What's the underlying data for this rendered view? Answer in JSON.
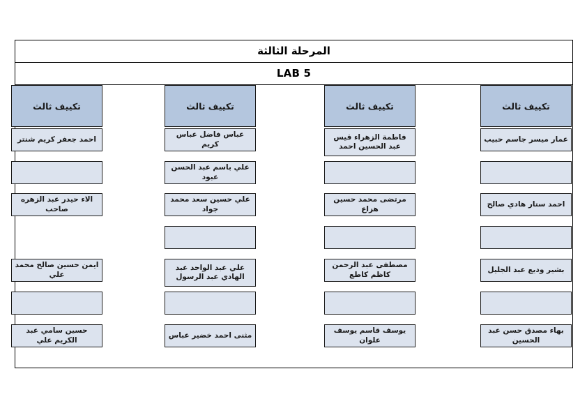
{
  "document": {
    "title_main": "المرحلة الثالثة",
    "title_lab": "LAB 5",
    "colors": {
      "header_fill": "#b4c6de",
      "cell_fill": "#dce3ee",
      "border": "#1a1a1a",
      "page_background": "#ffffff"
    }
  },
  "columns": [
    {
      "header": "تكييف ثالث",
      "cells": [
        {
          "name": "عمار ميسر جاسم حبيب",
          "lines": 1,
          "present": true
        },
        {
          "name": "",
          "lines": 1,
          "present": true
        },
        {
          "name": "احمد ستار هادي صالح",
          "lines": 1,
          "present": true
        },
        {
          "name": "",
          "lines": 1,
          "present": true
        },
        {
          "name": "بشير وديع عبد الجليل",
          "lines": 1,
          "present": true
        },
        {
          "name": "",
          "lines": 1,
          "present": true
        },
        {
          "name": "بهاء مصدق حسن عبد الحسين",
          "lines": 1,
          "present": true
        }
      ]
    },
    {
      "header": "تكييف ثالث",
      "cells": [
        {
          "name": "فاطمة الزهراء قيس عبد الحسين احمد",
          "lines": 2,
          "present": true
        },
        {
          "name": "",
          "lines": 1,
          "present": true
        },
        {
          "name": "مرتضى محمد حسين هزاع",
          "lines": 1,
          "present": true
        },
        {
          "name": "",
          "lines": 1,
          "present": true
        },
        {
          "name": "مصطفى عبد الرحمن كاظم كاطع",
          "lines": 1,
          "present": true
        },
        {
          "name": "",
          "lines": 1,
          "present": true
        },
        {
          "name": "يوسف قاسم يوسف علوان",
          "lines": 1,
          "present": true
        }
      ]
    },
    {
      "header": "تكييف ثالث",
      "cells": [
        {
          "name": "عباس فاضل عباس كريم",
          "lines": 1,
          "present": true
        },
        {
          "name": "علي باسم عبد الحسن عبود",
          "lines": 1,
          "present": true
        },
        {
          "name": "علي حسين سعد محمد جواد",
          "lines": 1,
          "present": true
        },
        {
          "name": "",
          "lines": 1,
          "present": true
        },
        {
          "name": "علي عبد الواحد عبد الهادي عبد الرسول",
          "lines": 2,
          "present": true
        },
        {
          "name": "",
          "lines": 1,
          "present": true
        },
        {
          "name": "مثنى احمد خضير عباس",
          "lines": 1,
          "present": true
        }
      ]
    },
    {
      "header": "تكييف ثالث",
      "cells": [
        {
          "name": "احمد جعفر كريم شنتر",
          "lines": 1,
          "present": true
        },
        {
          "name": "",
          "lines": 1,
          "present": true
        },
        {
          "name": "الاء حيدر عبد الزهره صاحب",
          "lines": 1,
          "present": true
        },
        {
          "name": "",
          "lines": 1,
          "present": false
        },
        {
          "name": "ايمن حسين صالح محمد علي",
          "lines": 1,
          "present": true
        },
        {
          "name": "",
          "lines": 1,
          "present": true
        },
        {
          "name": "حسين سامي عبد الكريم علي",
          "lines": 1,
          "present": true
        }
      ]
    }
  ]
}
